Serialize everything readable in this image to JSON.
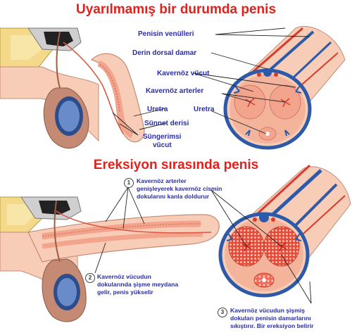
{
  "titles": {
    "top": "Uyarılmamış bir durumda penis",
    "bottom": "Ereksiyon sırasında penis"
  },
  "labels": {
    "venules": "Penisin venülleri",
    "dorsal_vein": "Derin dorsal damar",
    "cavernous_body": "Kavernöz vücut",
    "cavernous_arteries": "Kavernöz arterler",
    "urethra_left": "Uretra",
    "urethra_right": "Uretra",
    "foreskin": "Sünnet derisi",
    "spongy_body_1": "Süngerimsi",
    "spongy_body_2": "vücut"
  },
  "steps": [
    {
      "number": "1",
      "lines": [
        "Kavernöz arterler",
        "genişleyerek kavernöz cismin",
        "dokularını kanla doldurur"
      ]
    },
    {
      "number": "2",
      "lines": [
        "Kavernöz vücudun",
        "dokularında şişme meydana",
        "gelir, penis yükselir"
      ]
    },
    {
      "number": "3",
      "lines": [
        "Kavernöz vücudun şişmiş",
        "dokuları penisin damarlarını",
        "sıkıştırır. Bir ereksiyon belirir"
      ]
    }
  ],
  "colors": {
    "title_red": "#e3201b",
    "label_blue": "#2a2da8",
    "tissue_pink": "#f2a58c",
    "tissue_light": "#f8cdb8",
    "vein_blue": "#2c5aa8",
    "artery_red": "#d83a2c"
  }
}
